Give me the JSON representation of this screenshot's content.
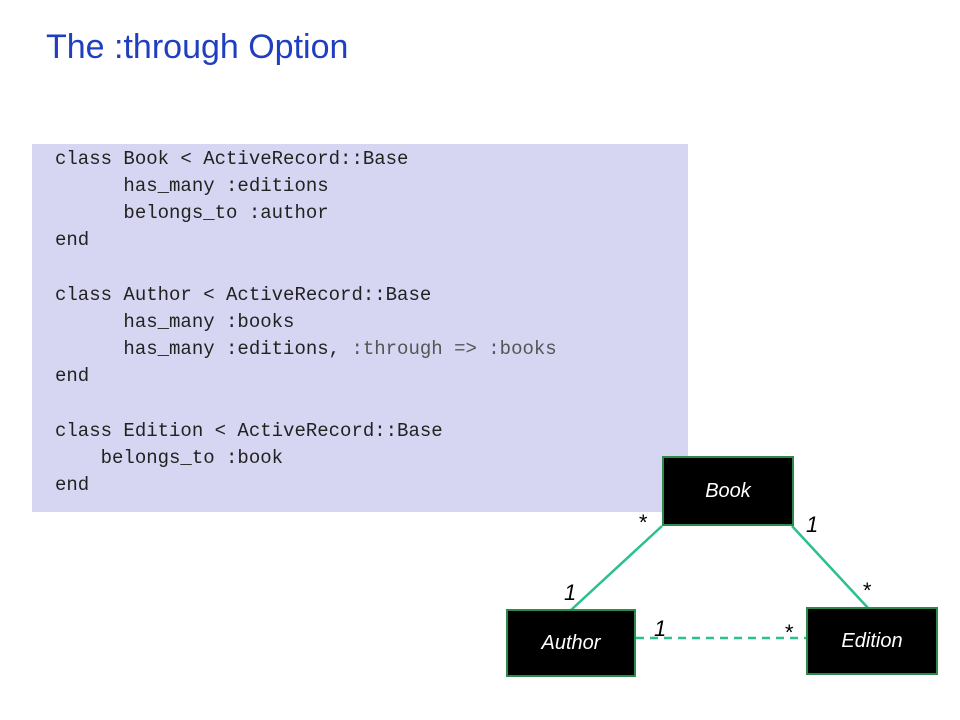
{
  "title": "The :through Option",
  "code": {
    "lines": [
      "class Book < ActiveRecord::Base",
      "      has_many :editions",
      "      belongs_to :author",
      "end",
      "",
      "class Author < ActiveRecord::Base",
      "      has_many :books",
      "      has_many :editions, ",
      "end",
      "",
      "class Edition < ActiveRecord::Base",
      "    belongs_to :book",
      "end"
    ],
    "through_option": ":through => :books"
  },
  "diagram": {
    "boxes": {
      "book": "Book",
      "author": "Author",
      "edition": "Edition"
    },
    "multiplicities": {
      "book_author_at_book": "*",
      "book_edition_at_book": "1",
      "book_author_at_author": "1",
      "book_edition_at_edition": "*",
      "author_edition_at_author": "1",
      "author_edition_at_edition": "*"
    },
    "colors": {
      "association_line": "#2cc08a",
      "box_border": "#2c8a4a",
      "box_fill": "#000000",
      "title": "#1f3fbf",
      "code_background": "#d6d6f2"
    }
  }
}
